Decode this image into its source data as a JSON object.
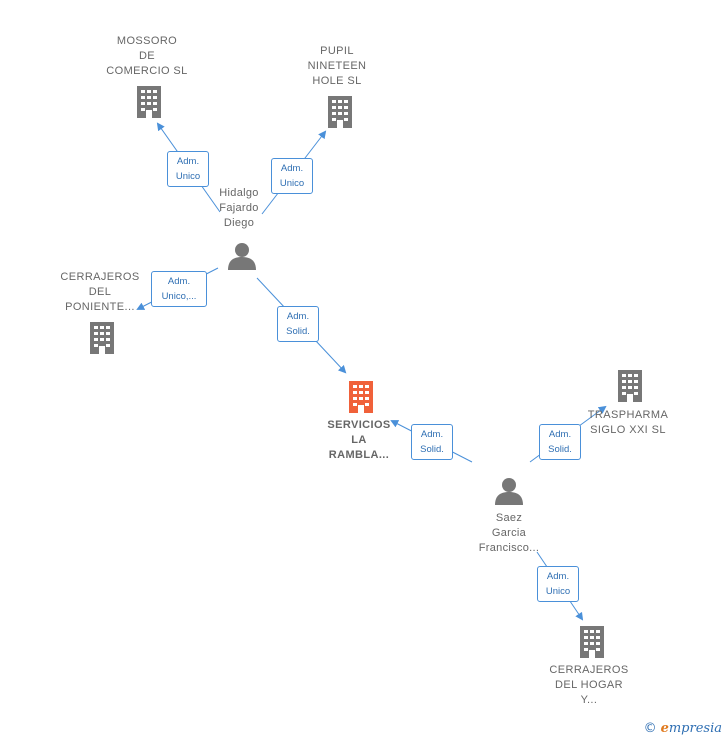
{
  "colors": {
    "node_gray": "#777777",
    "focus": "#f0613a",
    "link": "#4a90d9",
    "label": "#666666"
  },
  "nodes": {
    "mossoro": {
      "label": "MOSSORO\nDE\nCOMERCIO SL",
      "icon": "building-icon"
    },
    "pupil": {
      "label": "PUPIL\nNINETEEN\nHOLE SL",
      "icon": "building-icon"
    },
    "hidalgo": {
      "label": "Hidalgo\nFajardo\nDiego",
      "icon": "person-icon"
    },
    "cerrajeros_poniente": {
      "label": "CERRAJEROS\nDEL\nPONIENTE...",
      "icon": "building-icon"
    },
    "servicios": {
      "label": "SERVICIOS\nLA\nRAMBLA...",
      "icon": "building-icon"
    },
    "traspharma": {
      "label": "TRASPHARMA\nSIGLO XXI SL",
      "icon": "building-icon"
    },
    "saez": {
      "label": "Saez\nGarcia\nFrancisco...",
      "icon": "person-icon"
    },
    "cerrajeros_hogar": {
      "label": "CERRAJEROS\nDEL HOGAR\nY...",
      "icon": "building-icon"
    }
  },
  "edges": {
    "hidalgo_mossoro": {
      "line1": "Adm.",
      "line2": "Unico"
    },
    "hidalgo_pupil": {
      "line1": "Adm.",
      "line2": "Unico"
    },
    "hidalgo_cerrajeros": {
      "line1": "Adm.",
      "line2": "Unico,..."
    },
    "hidalgo_servicios": {
      "line1": "Adm.",
      "line2": "Solid."
    },
    "saez_servicios": {
      "line1": "Adm.",
      "line2": "Solid."
    },
    "saez_traspharma": {
      "line1": "Adm.",
      "line2": "Solid."
    },
    "saez_hogar": {
      "line1": "Adm.",
      "line2": "Unico"
    }
  },
  "brand": {
    "copyright": "©",
    "initial": "e",
    "rest": "mpresia"
  }
}
